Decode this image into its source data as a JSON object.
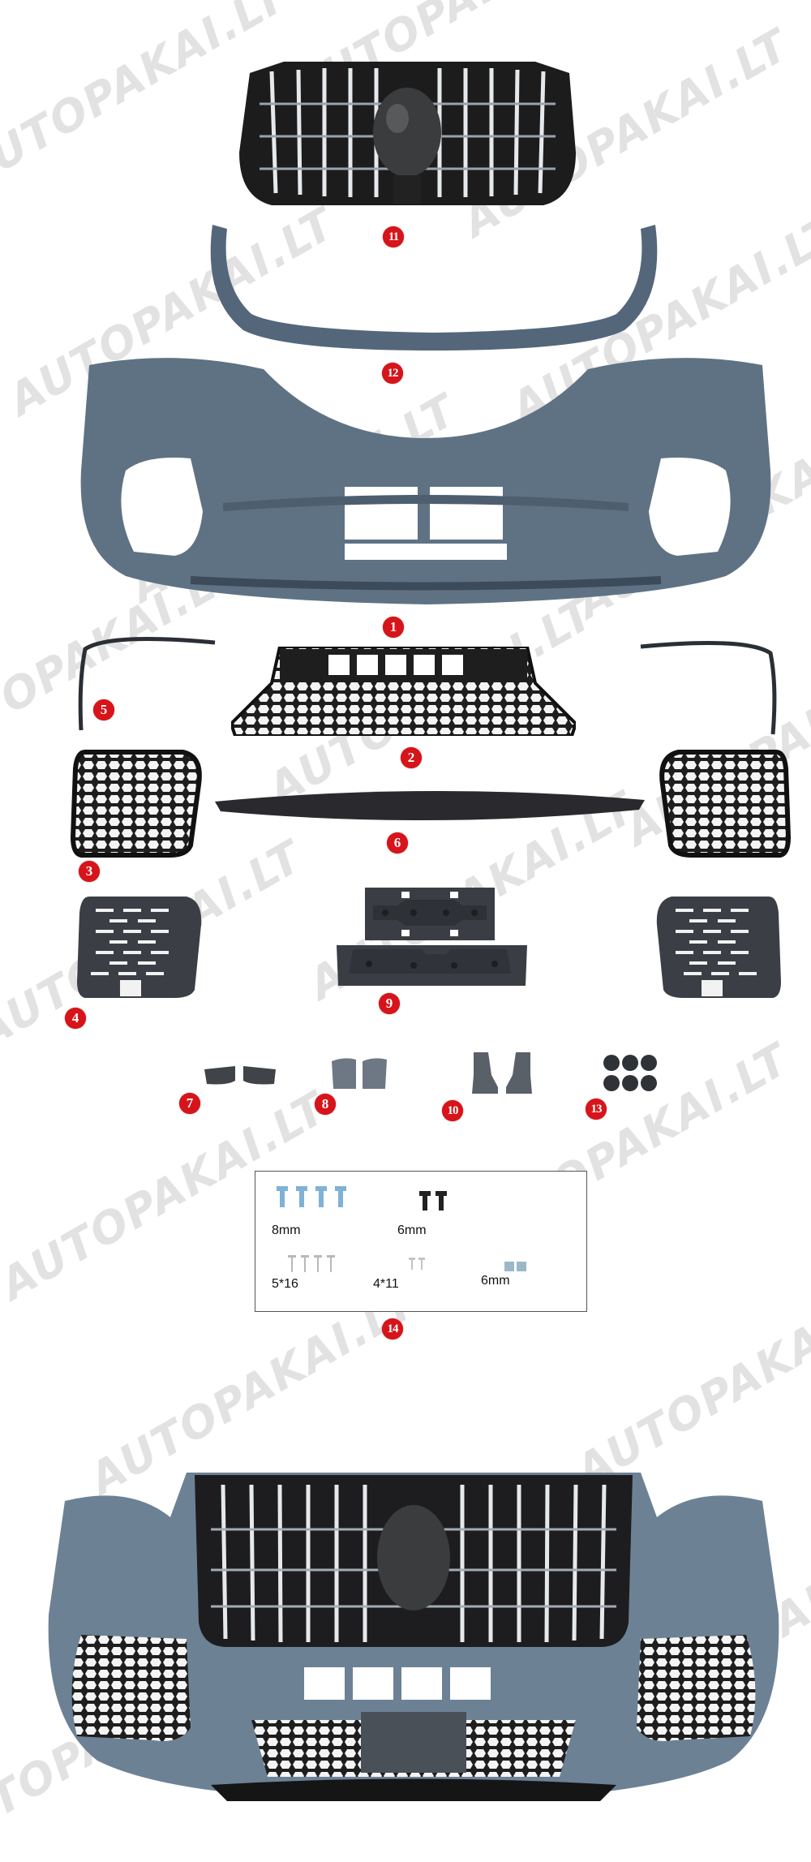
{
  "watermark": {
    "text": "AUTOPAKAI.LT"
  },
  "colors": {
    "badge": "#d7141a",
    "bumper_primer": "#6f8294",
    "grille_black": "#1a1a1a",
    "chrome": "#d8dde2",
    "mesh_black": "#222222"
  },
  "parts": [
    {
      "id": "part-11",
      "number": "11",
      "label": "11"
    },
    {
      "id": "part-12",
      "number": "12",
      "label": "12"
    },
    {
      "id": "part-1",
      "number": "1",
      "label": "1"
    },
    {
      "id": "part-5",
      "number": "5",
      "label": "5"
    },
    {
      "id": "part-2",
      "number": "2",
      "label": "2"
    },
    {
      "id": "part-3",
      "number": "3",
      "label": "3"
    },
    {
      "id": "part-6",
      "number": "6",
      "label": "6"
    },
    {
      "id": "part-4",
      "number": "4",
      "label": "4"
    },
    {
      "id": "part-9",
      "number": "9",
      "label": "9"
    },
    {
      "id": "part-7",
      "number": "7",
      "label": "7"
    },
    {
      "id": "part-8",
      "number": "8",
      "label": "8"
    },
    {
      "id": "part-10",
      "number": "10",
      "label": "10"
    },
    {
      "id": "part-13",
      "number": "13",
      "label": "13"
    },
    {
      "id": "part-14",
      "number": "14",
      "label": "14"
    }
  ],
  "hardware_kit": {
    "items": [
      {
        "label": "8mm"
      },
      {
        "label": "6mm"
      },
      {
        "label": "5*16"
      },
      {
        "label": "4*11"
      },
      {
        "label": "6mm"
      }
    ]
  }
}
